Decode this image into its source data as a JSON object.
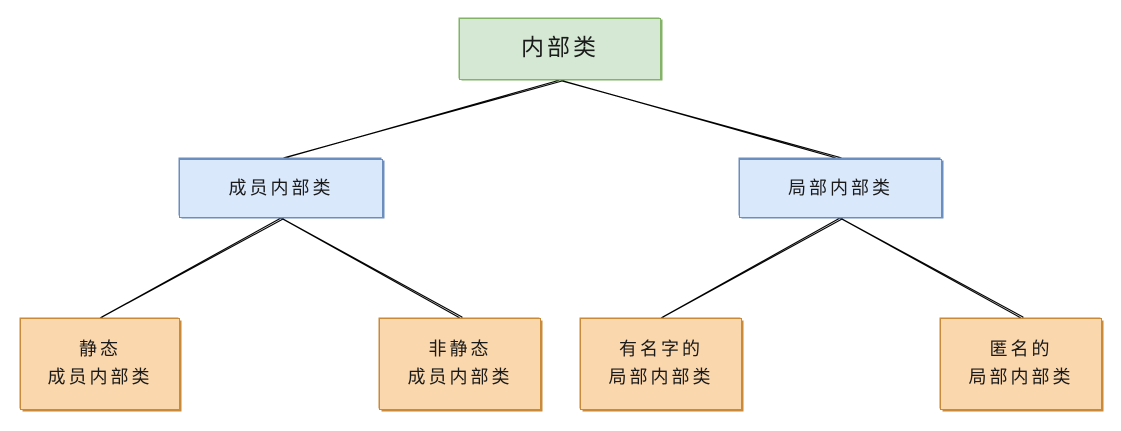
{
  "colors": {
    "root_fill": "#d5e8d4",
    "root_stroke": "#82b366",
    "mid_fill": "#dae8fc",
    "mid_stroke": "#6c8ebf",
    "leaf_fill": "#fad7ac",
    "leaf_stroke": "#c98a3a",
    "edge": "#000000"
  },
  "nodes": {
    "root": {
      "label": "内部类"
    },
    "member": {
      "label": "成员内部类"
    },
    "local": {
      "label": "局部内部类"
    },
    "static_member": {
      "line1": "静态",
      "line2": "成员内部类"
    },
    "nonstatic_member": {
      "line1": "非静态",
      "line2": "成员内部类"
    },
    "named_local": {
      "line1": "有名字的",
      "line2": "局部内部类"
    },
    "anonymous_local": {
      "line1": "匿名的",
      "line2": "局部内部类"
    }
  }
}
